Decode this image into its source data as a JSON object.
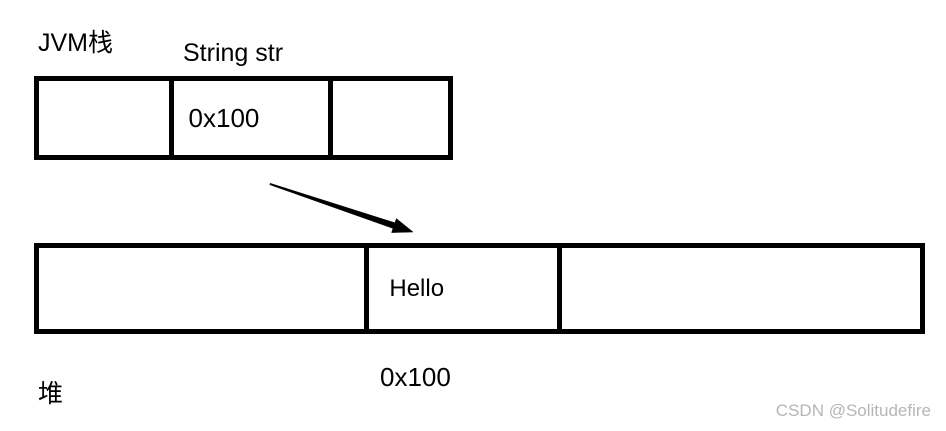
{
  "diagram": {
    "title_context": "JVM string reference memory diagram",
    "stack": {
      "label": "JVM栈",
      "variable_label": "String str",
      "cells": [
        "",
        "0x100",
        ""
      ]
    },
    "heap": {
      "label": "堆",
      "cells": [
        "",
        "Hello",
        ""
      ],
      "address_label": "0x100"
    },
    "arrow": {
      "meaning": "reference from stack value 0x100 to heap object Hello"
    },
    "colors": {
      "background": "#ffffff",
      "line": "#000000",
      "text": "#000000",
      "watermark": "#b6b6b6"
    },
    "watermark": "CSDN @Solitudefire"
  }
}
